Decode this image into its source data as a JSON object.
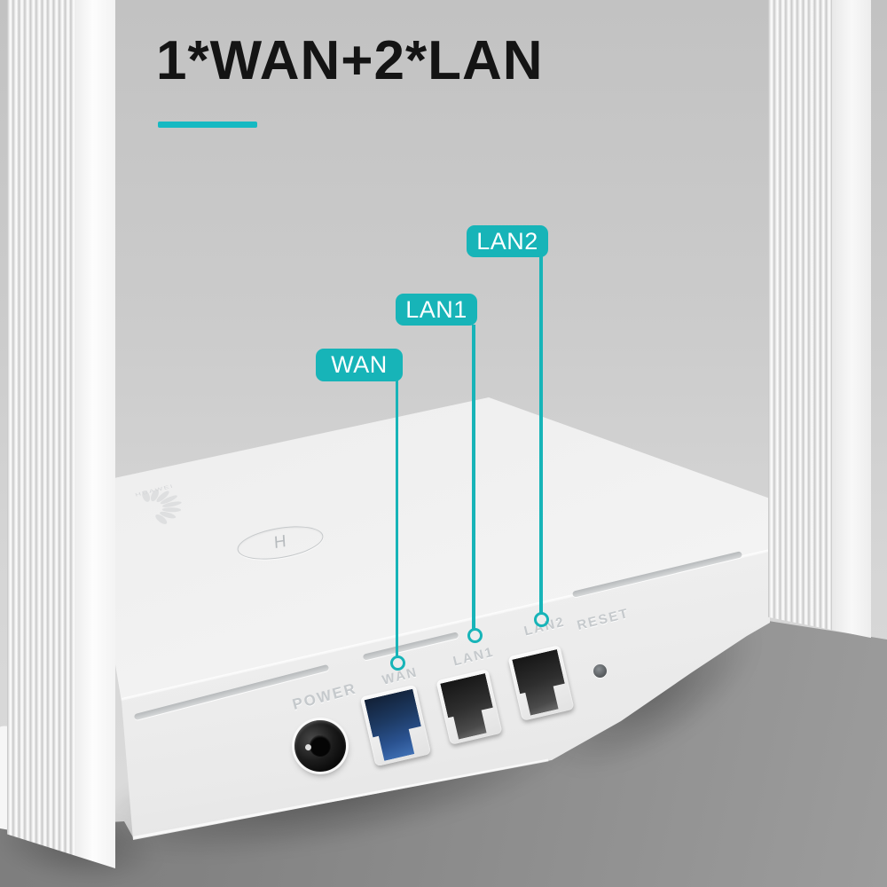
{
  "header": {
    "title": "1*WAN+2*LAN"
  },
  "callouts": {
    "wan": "WAN",
    "lan1": "LAN1",
    "lan2": "LAN2"
  },
  "panel_labels": {
    "power": "POWER",
    "wan": "WAN",
    "lan1": "LAN1",
    "lan2": "LAN2",
    "reset": "RESET"
  },
  "logo": {
    "brand": "HUAWEI",
    "button_glyph": "H"
  },
  "colors": {
    "accent": "#17b4b8",
    "underline": "#16b9c2",
    "wan_port": "#2a5290",
    "lan_port": "#2e2e2e",
    "title": "#141414"
  }
}
